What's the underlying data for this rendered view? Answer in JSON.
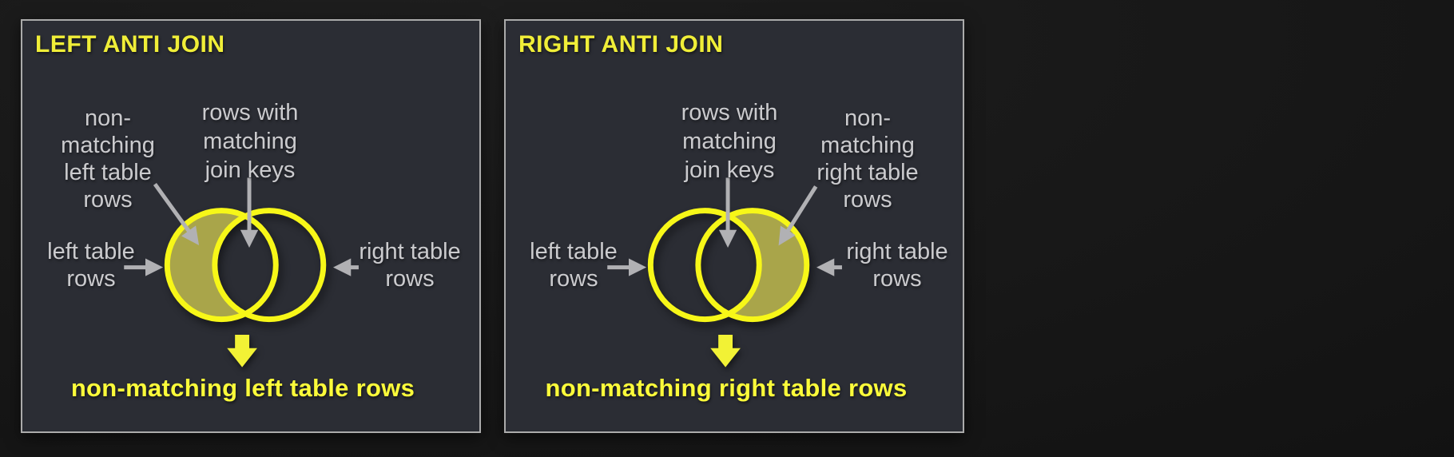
{
  "colors": {
    "page_bg": "#161616",
    "panel_bg": "#2b2d34",
    "panel_border": "#ababab",
    "title_yellow": "#f0ee38",
    "result_yellow": "#fbfb3a",
    "ring_yellow": "#f7f718",
    "crescent_olive": "#a9a54a",
    "arrow_yellow": "#f2f235",
    "label_gray": "#cbcbce",
    "arrow_gray": "#b1b1b4"
  },
  "panels": [
    {
      "title": "LEFT ANTI JOIN",
      "highlighted_region": "left circle minus intersection",
      "callouts": {
        "non_matching": {
          "lines": [
            "non-",
            "matching",
            "left table",
            "rows"
          ]
        },
        "matching": {
          "lines": [
            "rows with",
            "matching",
            "join keys"
          ]
        },
        "left_circle": {
          "lines": [
            "left table",
            "rows"
          ]
        },
        "right_circle": {
          "lines": [
            "right table",
            "rows"
          ]
        }
      },
      "result": "non-matching left table rows"
    },
    {
      "title": "RIGHT ANTI JOIN",
      "highlighted_region": "right circle minus intersection",
      "callouts": {
        "non_matching": {
          "lines": [
            "non-",
            "matching",
            "right table",
            "rows"
          ]
        },
        "matching": {
          "lines": [
            "rows with",
            "matching",
            "join keys"
          ]
        },
        "left_circle": {
          "lines": [
            "left table",
            "rows"
          ]
        },
        "right_circle": {
          "lines": [
            "right table",
            "rows"
          ]
        }
      },
      "result": "non-matching right table rows"
    }
  ]
}
